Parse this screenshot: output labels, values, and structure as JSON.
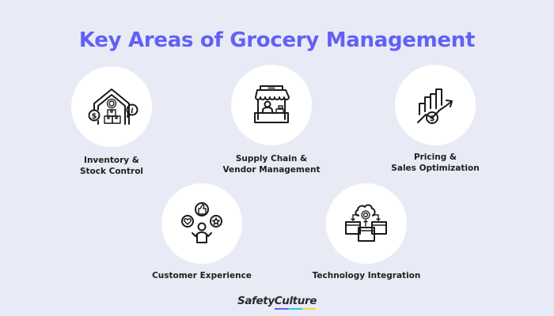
{
  "title": "Key Areas of Grocery Management",
  "colors": {
    "background": "#e8ebf5",
    "title": "#6360f7",
    "circle": "#ffffff",
    "label": "#1f1f1f",
    "logo_bar": [
      "#6360f7",
      "#2fc7e8",
      "#f6d33c"
    ]
  },
  "areas": [
    {
      "label": "Inventory &\nStock Control",
      "icon": "warehouse-icon"
    },
    {
      "label": "Supply Chain &\nVendor Management",
      "icon": "market-stall-icon"
    },
    {
      "label": "Pricing &\nSales Optimization",
      "icon": "growth-chart-dollar-icon"
    },
    {
      "label": "Customer Experience",
      "icon": "customer-feedback-icon"
    },
    {
      "label": "Technology Integration",
      "icon": "cloud-integration-icon"
    }
  ],
  "logo": {
    "text": "SafetyCulture"
  }
}
